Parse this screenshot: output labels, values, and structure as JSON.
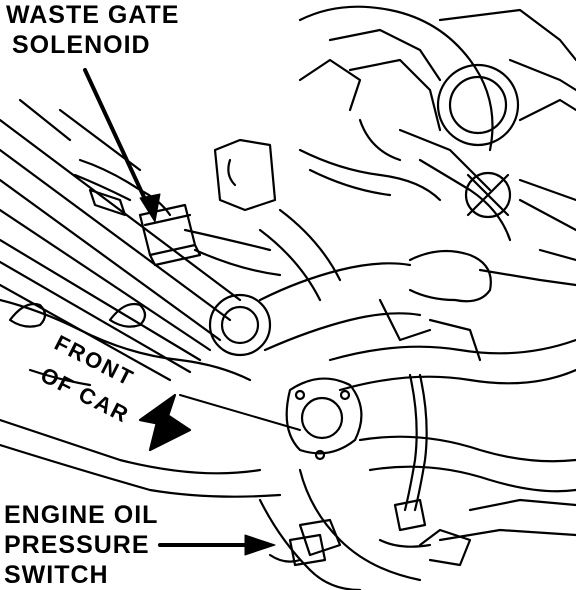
{
  "labels": {
    "waste_gate": [
      "WASTE GATE",
      "SOLENOID"
    ],
    "front_of_car": [
      "FRONT",
      "OF CAR"
    ],
    "oil_pressure": [
      "ENGINE OIL",
      "PRESSURE",
      "SWITCH"
    ]
  },
  "colors": {
    "ink": "#000000",
    "background": "#ffffff"
  }
}
